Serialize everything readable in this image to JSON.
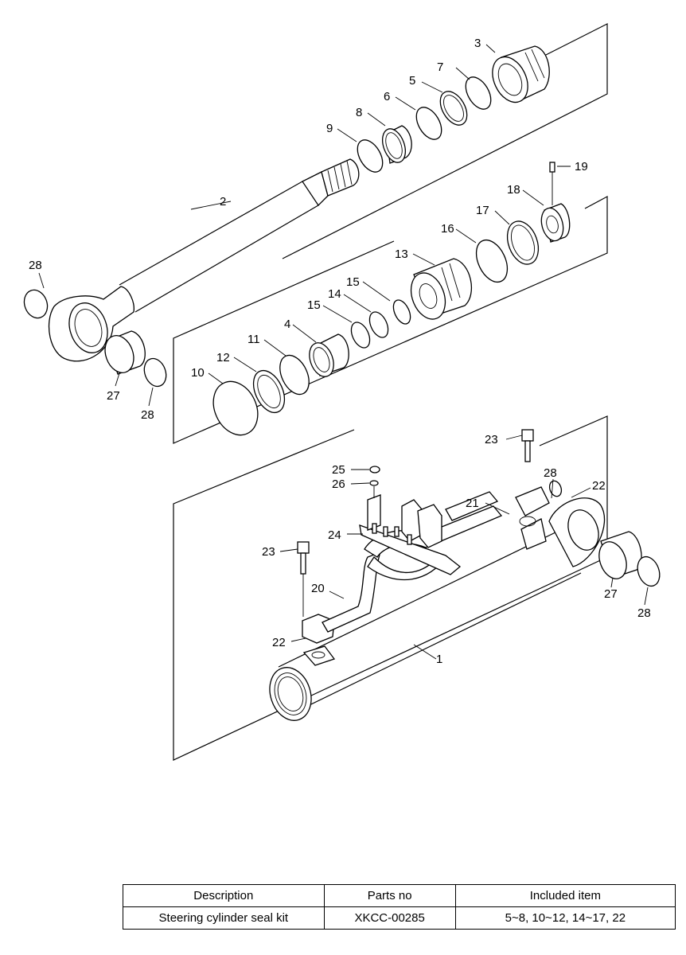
{
  "callouts": {
    "n1": "1",
    "n2": "2",
    "n3": "3",
    "n4": "4",
    "n5": "5",
    "n6": "6",
    "n7": "7",
    "n8": "8",
    "n9": "9",
    "n10": "10",
    "n11": "11",
    "n12": "12",
    "n13": "13",
    "n14": "14",
    "n15": "15",
    "n16": "16",
    "n17": "17",
    "n18": "18",
    "n19": "19",
    "n20": "20",
    "n21": "21",
    "n22": "22",
    "n23": "23",
    "n24": "24",
    "n25": "25",
    "n26": "26",
    "n27": "27",
    "n28": "28"
  },
  "table": {
    "headers": {
      "description": "Description",
      "parts_no": "Parts no",
      "included_item": "Included item"
    },
    "rows": [
      {
        "description": "Steering cylinder seal kit",
        "parts_no": "XKCC-00285",
        "included_item": "5~8, 10~12, 14~17, 22"
      }
    ]
  }
}
